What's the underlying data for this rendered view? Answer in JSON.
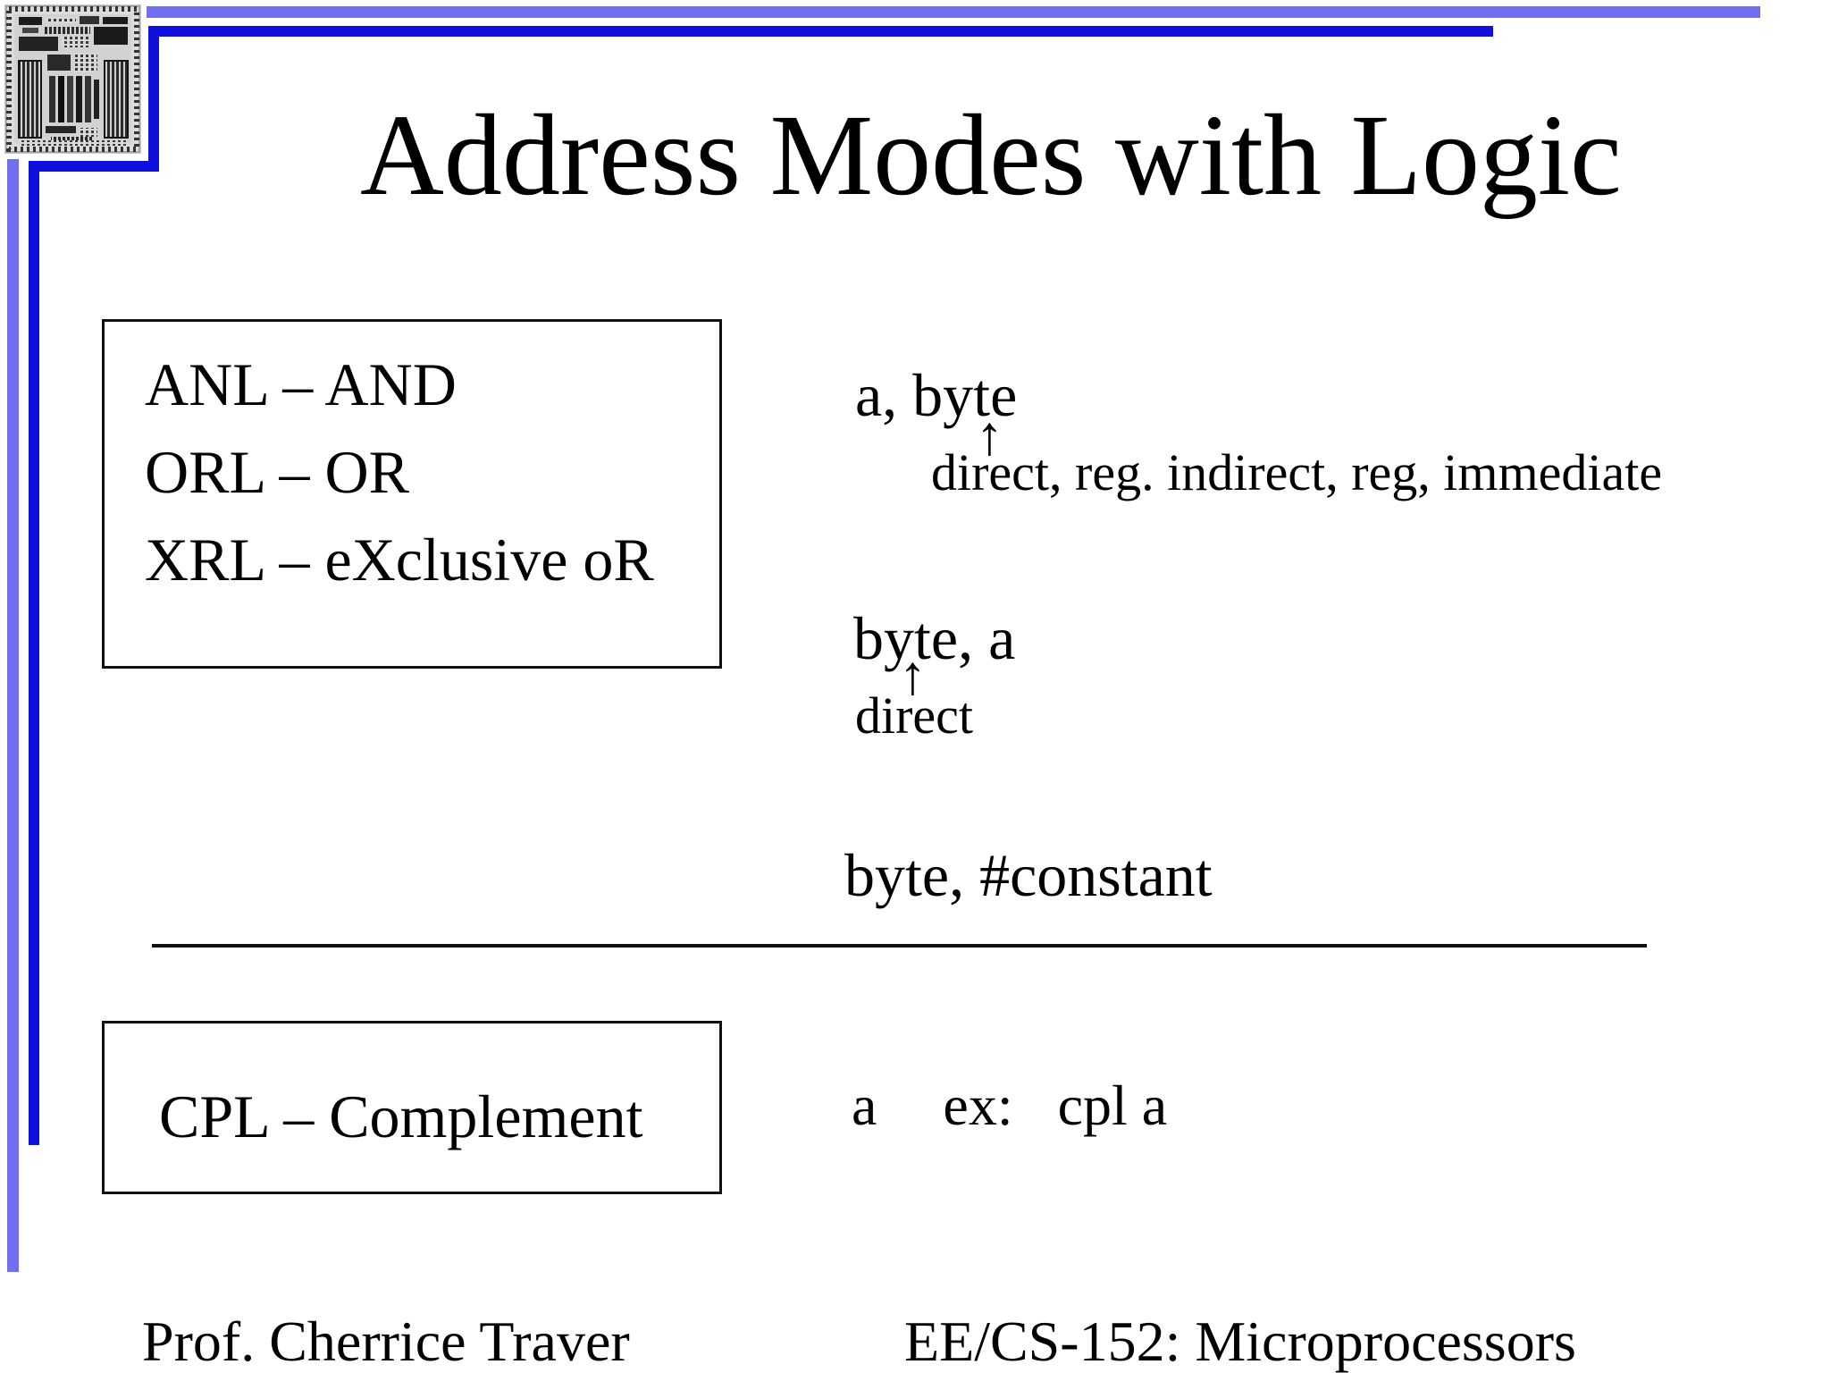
{
  "title": "Address Modes with Logic",
  "decor": {
    "light_blue": "#6f6ff0",
    "dark_blue": "#1010dd",
    "chip_icon": "microprocessor-die-photo"
  },
  "logic_box": {
    "lines": [
      "ANL – AND",
      "ORL – OR",
      "XRL – eXclusive oR"
    ]
  },
  "groups": {
    "g1": {
      "operand": "a, byte",
      "arrow": "↑",
      "modes": "direct, reg. indirect, reg, immediate"
    },
    "g2": {
      "operand": "byte, a",
      "arrow": "↑",
      "modes": "direct"
    },
    "g3": {
      "operand": "byte, #constant"
    }
  },
  "cpl": {
    "box_label": "CPL – Complement",
    "operand": "a",
    "ex_label": "ex:",
    "example": "cpl a"
  },
  "footer": {
    "left": "Prof. Cherrice Traver",
    "right": "EE/CS-152: Microprocessors"
  }
}
